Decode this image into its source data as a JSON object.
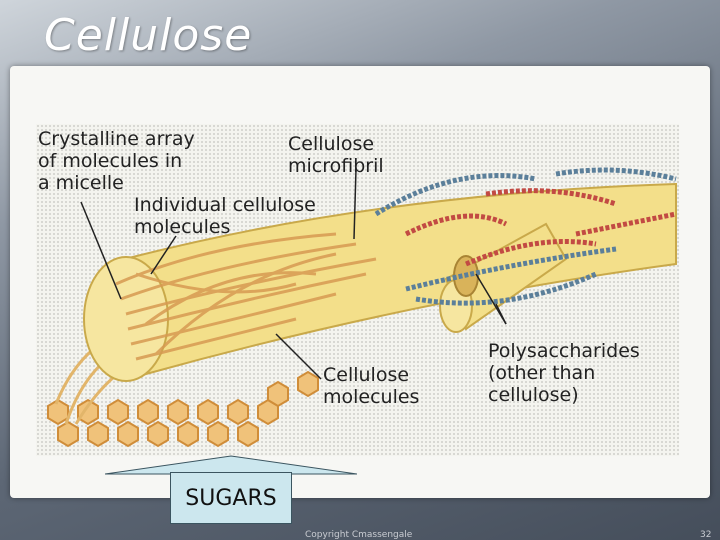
{
  "slide": {
    "title": "Cellulose",
    "footer": "Copyright Cmassengale",
    "page_number": "32"
  },
  "diagram": {
    "labels": {
      "crystalline": "Crystalline array\nof molecules in\na micelle",
      "microfibril": "Cellulose\nmicrofibril",
      "individual": "Individual  cellulose\nmolecules",
      "cellulose_molecules": "Cellulose\nmolecules",
      "polysaccharides": "Polysaccharides\n(other than\ncellulose)"
    },
    "colors": {
      "fiber": "#f3df8a",
      "fiber_edge": "#c9a94a",
      "strand": "#d79a52",
      "red_chain": "#c24a43",
      "blue_chain": "#5b7f9a"
    }
  },
  "callout": {
    "label": "SUGARS"
  }
}
